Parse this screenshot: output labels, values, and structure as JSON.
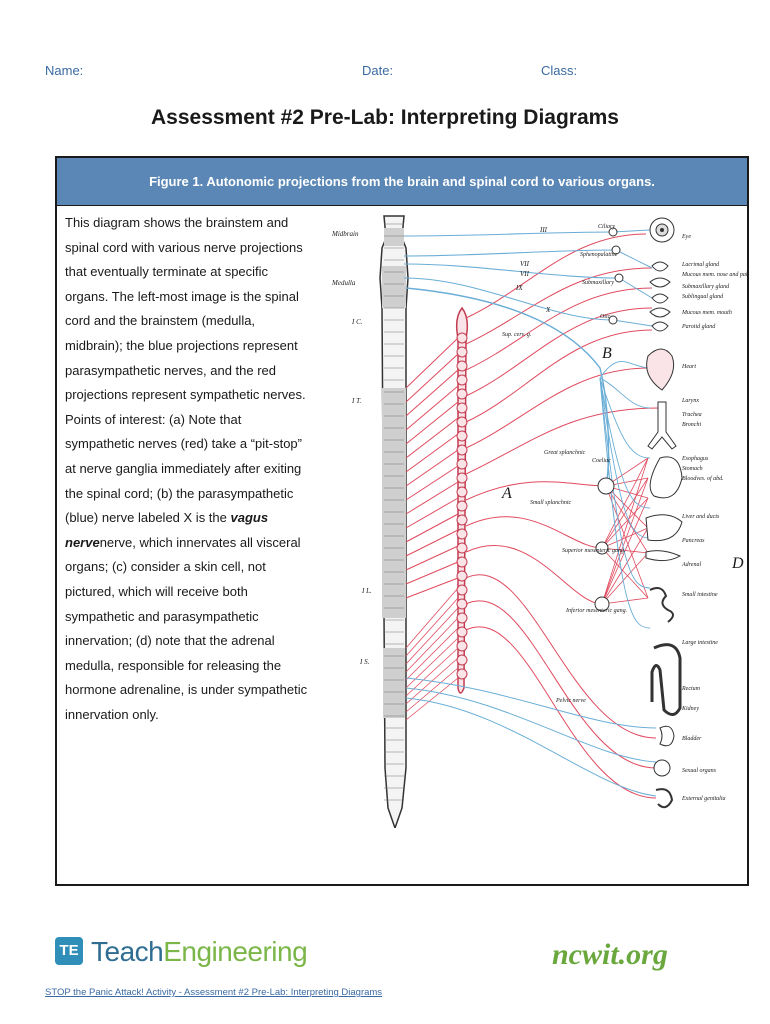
{
  "header": {
    "name_label": "Name:",
    "date_label": "Date:",
    "class_label": "Class:"
  },
  "title": "Assessment #2 Pre-Lab: Interpreting Diagrams",
  "figure": {
    "caption": "Figure 1. Autonomic projections from the brain and spinal cord to various organs.",
    "description_lines": [
      "This diagram shows the brainstem and",
      "spinal cord with various nerve projections",
      "that eventually terminate at specific",
      "organs. The left-most image is the spinal",
      "cord and the brainstem (medulla,",
      "midbrain); the blue projections represent",
      "parasympathetic nerves, and the red",
      "projections represent sympathetic nerves.",
      "Points of interest: (a) Note that",
      "sympathetic nerves (red) take a “pit-stop”",
      "at nerve ganglia immediately after exiting",
      "the spinal cord; (b) the parasympathetic",
      "(blue) nerve labeled X is the ",
      "nerve, which innervates all visceral",
      "organs; (c) consider a skin cell, not",
      "pictured, which will receive both",
      "sympathetic and parasympathetic",
      "innervation; (d) note that the adrenal",
      "medulla, responsible for releasing the",
      "hormone adrenaline, is under sympathetic",
      "innervation only."
    ],
    "vagus_word": "vagus",
    "nerve_word": "nerve",
    "diagram": {
      "left_labels": [
        "Midbrain",
        "Medulla",
        "I C.",
        "I T.",
        "I L.",
        "I S."
      ],
      "nerve_labels": [
        "III",
        "VII",
        "VII",
        "IX",
        "X"
      ],
      "ganglion_labels": [
        "Ciliary",
        "Sphenopalatine",
        "Submaxillary",
        "Otic",
        "Sup. cerv. g.",
        "Great splanchnic",
        "Coeliac",
        "Small splanchnic",
        "Superior mesenteric gang.",
        "Inferior mesenteric gang.",
        "Pelvic nerve"
      ],
      "organ_labels": [
        "Eye",
        "Lacrimal gland",
        "Mucous mem. nose and palate",
        "Submaxillary gland",
        "Sublingual gland",
        "Mucous mem. mouth",
        "Parotid gland",
        "Heart",
        "Larynx",
        "Trachea",
        "Bronchi",
        "Esophagus",
        "Stomach",
        "Bloodves. of abd.",
        "Liver and ducts",
        "Pancreas",
        "Adrenal",
        "Small intestine",
        "Large intestine",
        "Rectum",
        "Kidney",
        "Bladder",
        "Sexual organs",
        "External genitalia"
      ],
      "region_letters": [
        "A",
        "B",
        "D"
      ],
      "colors": {
        "parasympathetic": "#6aaed6",
        "sympathetic": "#e04a5e",
        "cord": "#333333"
      }
    }
  },
  "logos": {
    "teach_badge": "TE",
    "teach_part1": "Teach",
    "teach_part2": "Engineering",
    "ncwit": "ncwit.org"
  },
  "footer": {
    "link_text": "STOP the Panic Attack! Activity - Assessment #2 Pre-Lab: Interpreting Diagrams"
  }
}
